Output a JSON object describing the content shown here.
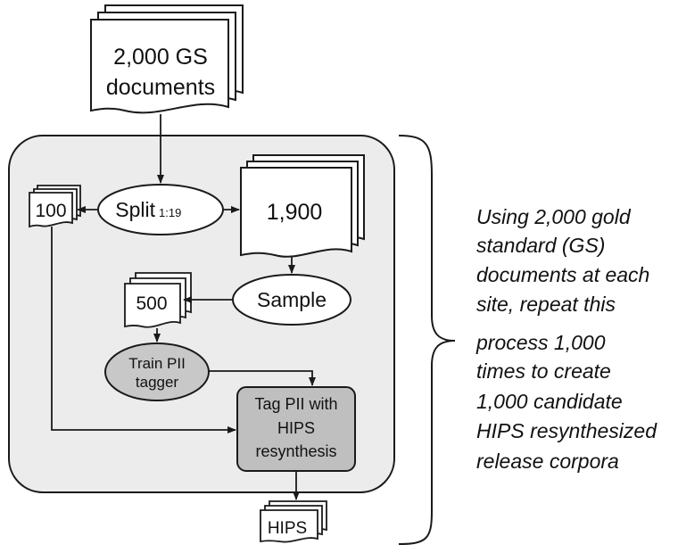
{
  "top_docs": {
    "line1": "2,000 GS",
    "line2": "documents"
  },
  "split": {
    "label": "Split",
    "ratio": "1:19"
  },
  "holdout_docs": {
    "label": "100"
  },
  "train_docs": {
    "label": "1,900"
  },
  "sample": {
    "label": "Sample"
  },
  "sample_docs": {
    "label": "500"
  },
  "train_tagger": {
    "line1": "Train PII",
    "line2": "tagger"
  },
  "tag_pii": {
    "line1": "Tag PII with",
    "line2": "HIPS",
    "line3": "resynthesis"
  },
  "output_docs": {
    "label": "HIPS"
  },
  "description": {
    "lines": [
      "Using 2,000 gold",
      "standard (GS)",
      "documents at each",
      "site, repeat this",
      "process 1,000",
      "times to create",
      "1,000 candidate",
      "HIPS resynthesized",
      "release corpora"
    ]
  },
  "colors": {
    "process_box_fill": "#ececec",
    "tagger_fill": "#c8c8c8",
    "tag_box_fill": "#bfbfbf",
    "stroke": "#1a1a1a"
  }
}
